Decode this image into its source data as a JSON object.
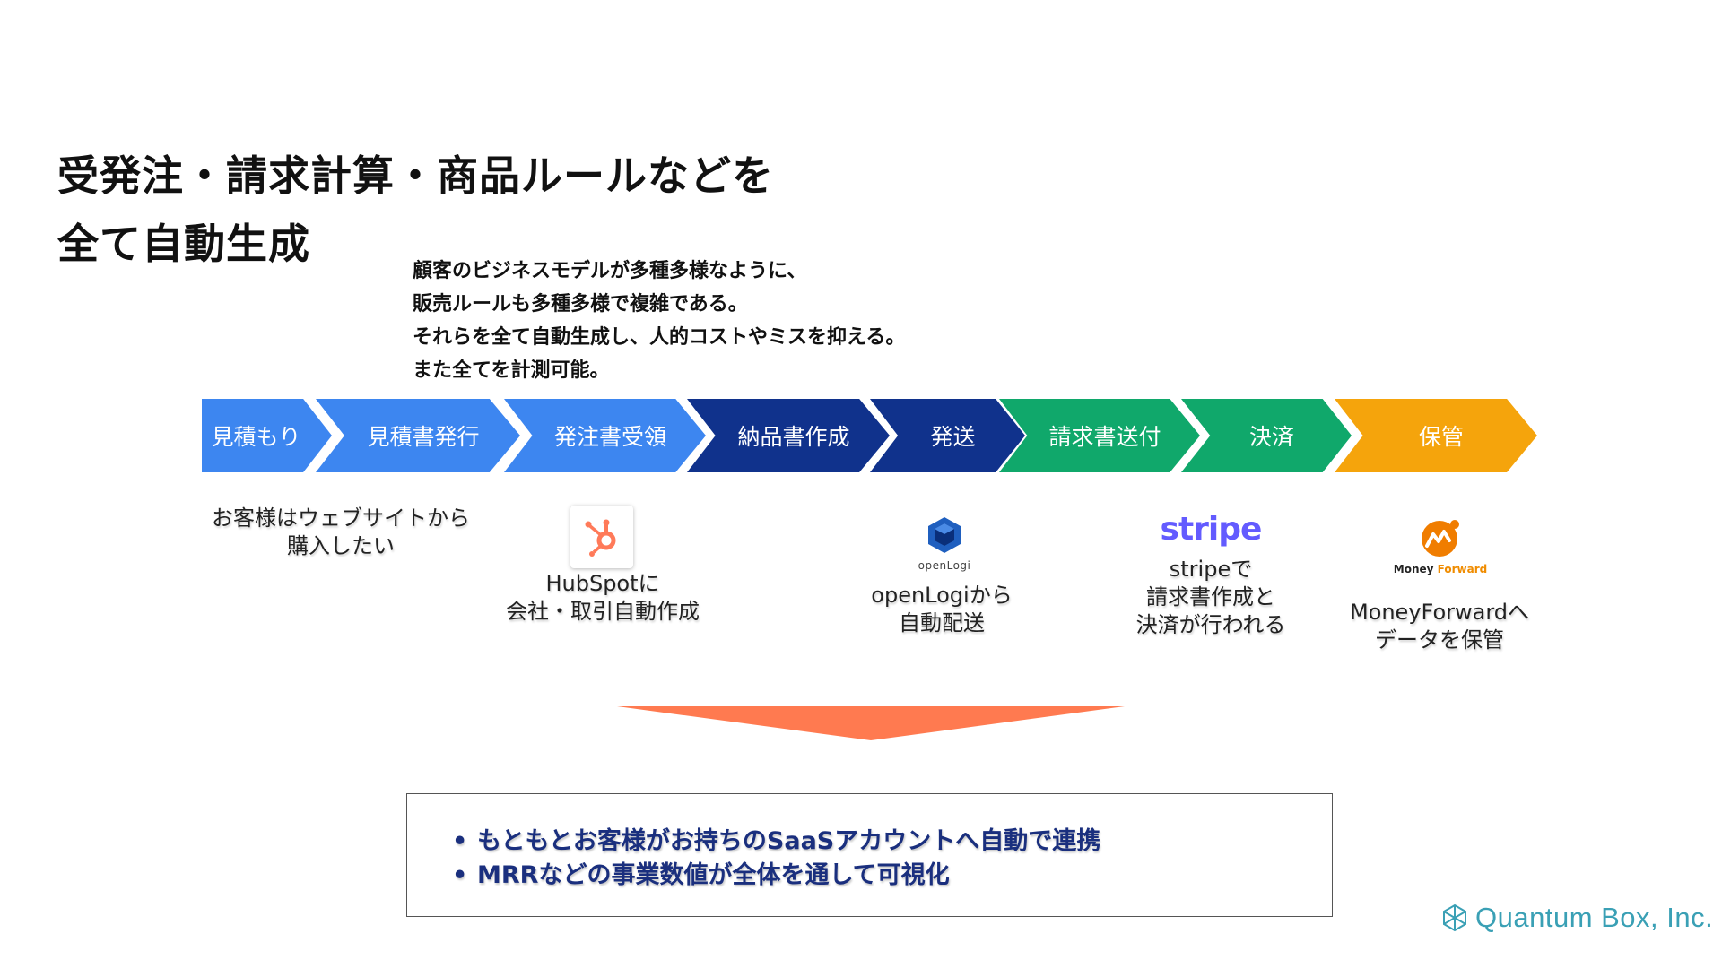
{
  "colors": {
    "step_blue": "#3d86f0",
    "step_navy": "#10328c",
    "step_green": "#10a86b",
    "step_orange": "#f5a40c",
    "arrow_orange": "#ff7a50",
    "bullet_navy": "#1a2f7e",
    "hubspot_orange": "#ff7a59",
    "openlogi_blue": "#1f5fbf",
    "stripe_purple": "#635bff",
    "company_teal": "#3aa0b5"
  },
  "title": {
    "line1": "受発注・請求計算・商品ルールなどを",
    "line2": "全て自動生成"
  },
  "description": {
    "lines": [
      "顧客のビジネスモデルが多種多様なように、",
      "販売ルールも多種多様で複雑である。",
      "それらを全て自動生成し、人的コストやミスを抑える。",
      "また全てを計測可能。"
    ]
  },
  "steps": [
    {
      "label": "見積もり",
      "color": "#3d86f0"
    },
    {
      "label": "見積書発行",
      "color": "#3d86f0"
    },
    {
      "label": "発注書受領",
      "color": "#3d86f0"
    },
    {
      "label": "納品書作成",
      "color": "#10328c"
    },
    {
      "label": "発送",
      "color": "#10328c"
    },
    {
      "label": "請求書送付",
      "color": "#10a86b"
    },
    {
      "label": "決済",
      "color": "#10a86b"
    },
    {
      "label": "保管",
      "color": "#f5a40c"
    }
  ],
  "captions": {
    "customer": {
      "lines": [
        "お客様はウェブサイトから",
        "購入したい"
      ]
    },
    "hubspot": {
      "lines": [
        "HubSpotに",
        "会社・取引自動作成"
      ]
    },
    "openlogi": {
      "lines": [
        "openLogiから",
        "自動配送"
      ]
    },
    "stripe": {
      "lines": [
        "stripeで",
        "請求書作成と",
        "決済が行われる"
      ]
    },
    "moneyforward": {
      "lines": [
        "MoneyForwardへ",
        "データを保管"
      ]
    }
  },
  "logos": {
    "hubspot_icon": "hubspot-sprocket-icon",
    "openlogi": {
      "icon": "openlogi-cube-icon",
      "text": "openLogi"
    },
    "stripe": {
      "text": "stripe"
    },
    "moneyforward": {
      "icon": "moneyforward-icon",
      "text_part1": "Money",
      "text_part2": "Forward"
    }
  },
  "bullets": {
    "marker": "•",
    "items": [
      "もともとお客様がお持ちのSaaSアカウントへ自動で連携",
      "MRRなどの事業数値が全体を通して可視化"
    ]
  },
  "company": {
    "name": "Quantum Box, Inc.",
    "icon": "quantum-box-icon"
  }
}
